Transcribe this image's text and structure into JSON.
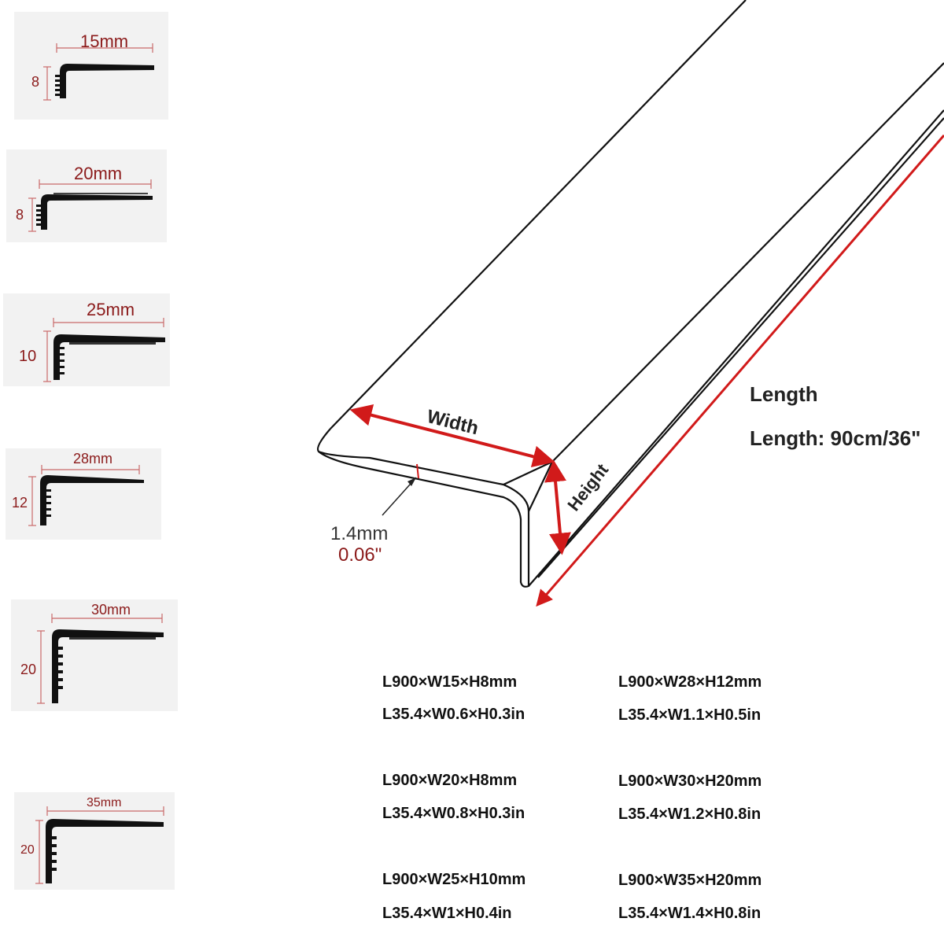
{
  "profiles": [
    {
      "width_label": "15mm",
      "height_label": "8"
    },
    {
      "width_label": "20mm",
      "height_label": "8"
    },
    {
      "width_label": "25mm",
      "height_label": "10"
    },
    {
      "width_label": "28mm",
      "height_label": "12"
    },
    {
      "width_label": "30mm",
      "height_label": "20"
    },
    {
      "width_label": "35mm",
      "height_label": "20"
    }
  ],
  "diagram": {
    "width_label": "Width",
    "height_label": "Height",
    "thickness_mm": "1.4mm",
    "thickness_in": "0.06\"",
    "length_title": "Length",
    "length_value": "Length: 90cm/36\""
  },
  "specs": [
    {
      "mm": "L900×W15×H8mm",
      "in": "L35.4×W0.6×H0.3in"
    },
    {
      "mm": "L900×W28×H12mm",
      "in": "L35.4×W1.1×H0.5in"
    },
    {
      "mm": "L900×W20×H8mm",
      "in": "L35.4×W0.8×H0.3in"
    },
    {
      "mm": "L900×W30×H20mm",
      "in": "L35.4×W1.2×H0.8in"
    },
    {
      "mm": "L900×W25×H10mm",
      "in": "L35.4×W1×H0.4in"
    },
    {
      "mm": "L900×W35×H20mm",
      "in": "L35.4×W1.4×H0.8in"
    }
  ],
  "colors": {
    "accent_red": "#d11a1a",
    "dim_red": "#8b1a1a",
    "profile": "#111111"
  }
}
